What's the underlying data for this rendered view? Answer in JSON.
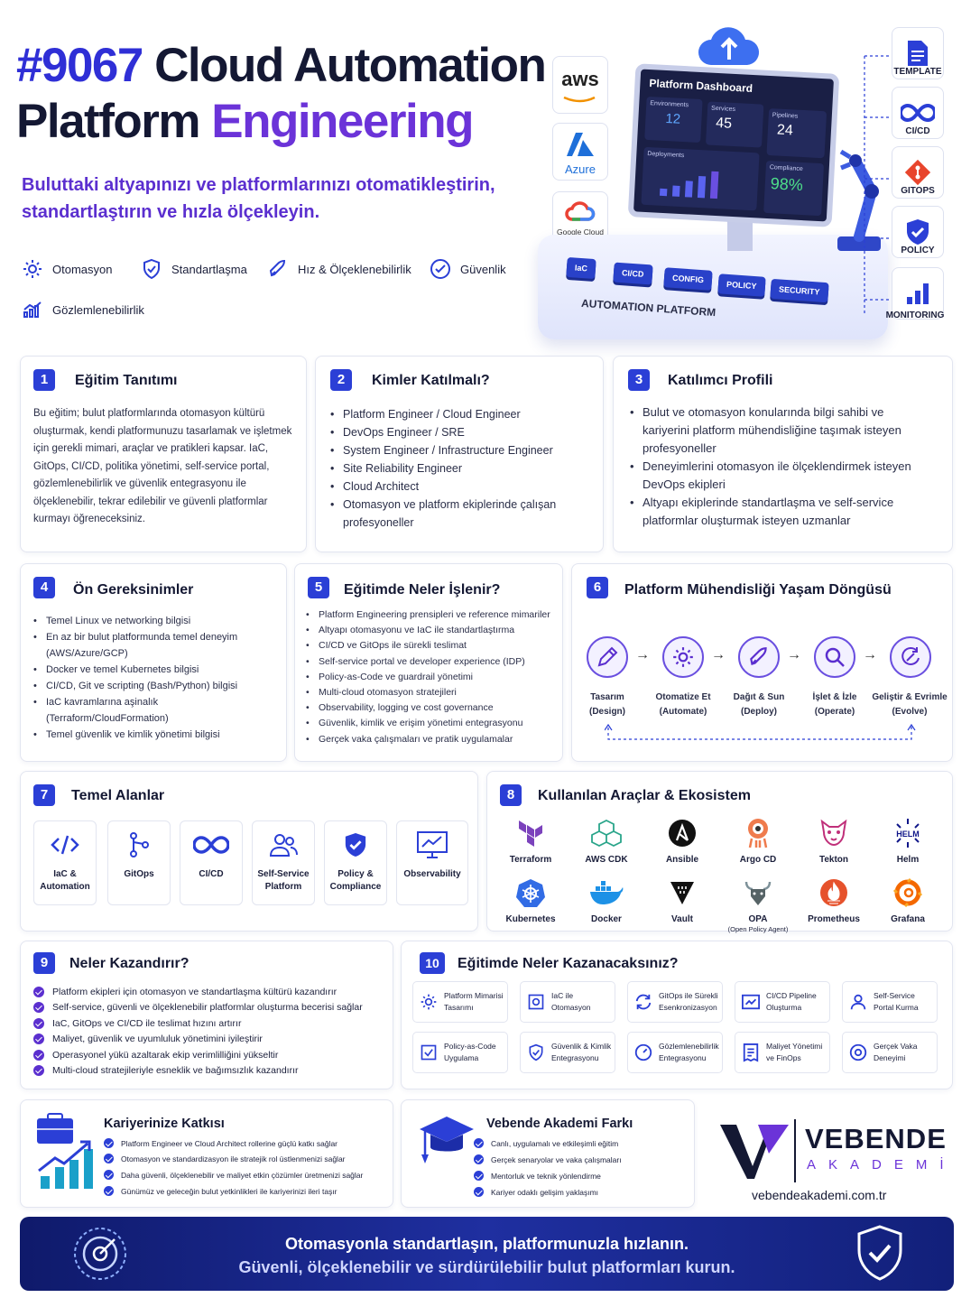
{
  "header": {
    "num": "#9067",
    "title_rest": "Cloud Automation",
    "title2a": "Platform",
    "title2b": "Engineering",
    "subtitle": "Buluttaki altyapınızı ve platformlarınızı otomatikleştirin, standartlaştırın ve hızla ölçekleyin."
  },
  "features": [
    "Otomasyon",
    "Standartlaşma",
    "Hız & Ölçeklenebilirlik",
    "Güvenlik",
    "Gözlemlenebilirlik"
  ],
  "hero": {
    "providers": [
      "aws",
      "Azure",
      "Google Cloud"
    ],
    "dashboard": {
      "title": "Platform Dashboard",
      "env_label": "Environments",
      "env_value": "12",
      "svc_label": "Services",
      "svc_value": "45",
      "pipe_label": "Pipelines",
      "pipe_value": "24",
      "dep_label": "Deployments",
      "comp_label": "Compliance",
      "comp_value": "98%"
    },
    "chips": [
      "IaC",
      "CI/CD",
      "CONFIG",
      "POLICY",
      "SECURITY"
    ],
    "base_label": "AUTOMATION PLATFORM",
    "side": [
      "TEMPLATE",
      "CI/CD",
      "GITOPS",
      "POLICY",
      "MONITORING"
    ]
  },
  "s1": {
    "num": "1",
    "title": "Eğitim Tanıtımı",
    "text": "Bu eğitim; bulut platformlarında otomasyon kültürü oluşturmak, kendi platformunuzu tasarlamak ve işletmek için gerekli mimari, araçlar ve pratikleri kapsar. IaC, GitOps, CI/CD, politika yönetimi, self-service portal, gözlemlenebilirlik ve güvenlik entegrasyonu ile ölçeklenebilir, tekrar edilebilir ve güvenli platformlar kurmayı öğreneceksiniz."
  },
  "s2": {
    "num": "2",
    "title": "Kimler Katılmalı?",
    "items": [
      "Platform Engineer / Cloud Engineer",
      "DevOps Engineer / SRE",
      "System Engineer / Infrastructure Engineer",
      "Site Reliability Engineer",
      "Cloud Architect",
      "Otomasyon ve platform ekiplerinde çalışan profesyoneller"
    ]
  },
  "s3": {
    "num": "3",
    "title": "Katılımcı Profili",
    "items": [
      "Bulut ve otomasyon konularında bilgi sahibi ve kariyerini platform mühendisliğine taşımak isteyen profesyoneller",
      "Deneyimlerini otomasyon ile ölçeklendirmek isteyen DevOps ekipleri",
      "Altyapı ekiplerinde standartlaşma ve self-service platformlar oluşturmak isteyen uzmanlar"
    ]
  },
  "s4": {
    "num": "4",
    "title": "Ön Gereksinimler",
    "items": [
      "Temel Linux ve networking bilgisi",
      "En az bir bulut platformunda temel deneyim (AWS/Azure/GCP)",
      "Docker ve temel Kubernetes bilgisi",
      "CI/CD, Git ve scripting (Bash/Python) bilgisi",
      "IaC kavramlarına aşinalık (Terraform/CloudFormation)",
      "Temel güvenlik ve kimlik yönetimi bilgisi"
    ]
  },
  "s5": {
    "num": "5",
    "title": "Eğitimde Neler İşlenir?",
    "items": [
      "Platform Engineering prensipleri ve reference mimariler",
      "Altyapı otomasyonu ve IaC ile standartlaştırma",
      "CI/CD ve GitOps ile sürekli teslimat",
      "Self-service portal ve developer experience (IDP)",
      "Policy-as-Code ve guardrail yönetimi",
      "Multi-cloud otomasyon stratejileri",
      "Observability, logging ve cost governance",
      "Güvenlik, kimlik ve erişim yönetimi entegrasyonu",
      "Gerçek vaka çalışmaları ve pratik uygulamalar"
    ]
  },
  "s6": {
    "num": "6",
    "title": "Platform Mühendisliği Yaşam Döngüsü",
    "steps": [
      {
        "l1": "Tasarım",
        "l2": "(Design)"
      },
      {
        "l1": "Otomatize Et",
        "l2": "(Automate)"
      },
      {
        "l1": "Dağıt & Sun",
        "l2": "(Deploy)"
      },
      {
        "l1": "İşlet & İzle",
        "l2": "(Operate)"
      },
      {
        "l1": "Geliştir & Evrimle",
        "l2": "(Evolve)"
      }
    ]
  },
  "s7": {
    "num": "7",
    "title": "Temel Alanlar",
    "tiles": [
      {
        "l1": "IaC &",
        "l2": "Automation"
      },
      {
        "l1": "GitOps",
        "l2": ""
      },
      {
        "l1": "CI/CD",
        "l2": ""
      },
      {
        "l1": "Self-Service",
        "l2": "Platform"
      },
      {
        "l1": "Policy &",
        "l2": "Compliance"
      },
      {
        "l1": "Observability",
        "l2": ""
      }
    ]
  },
  "s8": {
    "num": "8",
    "title": "Kullanılan Araçlar & Ekosistem",
    "tools": [
      "Terraform",
      "AWS CDK",
      "Ansible",
      "Argo CD",
      "Tekton",
      "Helm",
      "Kubernetes",
      "Docker",
      "Vault",
      "OPA",
      "Prometheus",
      "Grafana"
    ],
    "opa_note": "(Open Policy Agent)",
    "helm_text": "HELM"
  },
  "s9": {
    "num": "9",
    "title": "Neler Kazandırır?",
    "items": [
      "Platform ekipleri için otomasyon ve standartlaşma kültürü kazandırır",
      "Self-service, güvenli ve ölçeklenebilir platformlar oluşturma becerisi sağlar",
      "IaC, GitOps ve CI/CD ile teslimat hızını artırır",
      "Maliyet, güvenlik ve uyumluluk yönetimini iyileştirir",
      "Operasyonel yükü azaltarak ekip verimlilliğini yükseltir",
      "Multi-cloud stratejileriyle esneklik ve bağımsızlık kazandırır"
    ]
  },
  "s10": {
    "num": "10",
    "title": "Eğitimde Neler Kazanacaksınız?",
    "items": [
      {
        "l1": "Platform Mimarisi",
        "l2": "Tasarımı"
      },
      {
        "l1": "IaC ile",
        "l2": "Otomasyon"
      },
      {
        "l1": "GitOps ile Sürekli",
        "l2": "Esenkronizasyon"
      },
      {
        "l1": "CI/CD Pipeline",
        "l2": "Oluşturma"
      },
      {
        "l1": "Self-Service",
        "l2": "Portal Kurma"
      },
      {
        "l1": "Policy-as-Code",
        "l2": "Uygulama"
      },
      {
        "l1": "Güvenlik & Kimlik",
        "l2": "Entegrasyonu"
      },
      {
        "l1": "Gözlemlenebilirlik",
        "l2": "Entegrasyonu"
      },
      {
        "l1": "Maliyet Yönetimi",
        "l2": "ve FinOps"
      },
      {
        "l1": "Gerçek Vaka",
        "l2": "Deneyimi"
      }
    ]
  },
  "career": {
    "title": "Kariyerinize Katkısı",
    "items": [
      "Platform Engineer ve Cloud Architect rollerine güçlü katkı sağlar",
      "Otomasyon ve standardizasyon ile stratejik rol üstlenmenizi sağlar",
      "Daha güvenli, ölçeklenebilir ve maliyet etkin çözümler üretmenizi sağlar",
      "Günümüz ve geleceğin bulut yetkinlikleri ile kariyerinizi ileri taşır"
    ]
  },
  "vebende": {
    "title": "Vebende Akademi Farkı",
    "items": [
      "Canlı, uygulamalı ve etkileşimli eğitim",
      "Gerçek senaryolar ve vaka çalışmaları",
      "Mentorluk ve teknik yönlendirme",
      "Kariyer odaklı gelişim yaklaşımı"
    ]
  },
  "brand": {
    "name": "VEBENDE",
    "sub": "AKADEMİ",
    "url": "vebendeakademi.com.tr"
  },
  "footer": {
    "line1": "Otomasyonla standartlaşın, platformunuzla hızlanın.",
    "line2": "Güvenli, ölçeklenebilir ve sürdürülebilir bulut platformları kurun."
  },
  "colors": {
    "primary": "#2b3fd6",
    "purple": "#5b2fcf",
    "dark": "#141833"
  }
}
